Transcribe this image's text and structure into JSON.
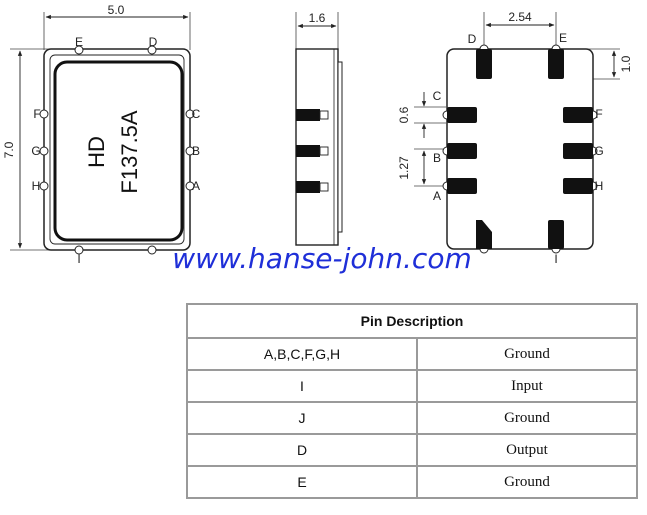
{
  "top_view": {
    "width_dim": "5.0",
    "height_dim": "7.0",
    "marking_line1": "HD",
    "marking_line2": "F137.5A",
    "pins": {
      "top_left": "E",
      "top_right": "D",
      "left_1": "F",
      "left_2": "G",
      "left_3": "H",
      "right_1": "C",
      "right_2": "B",
      "right_3": "A",
      "bottom": "I"
    }
  },
  "side_view": {
    "thickness_dim": "1.6"
  },
  "bottom_view": {
    "pitch_dim": "2.54",
    "pad_dim": "1.0",
    "pad_height_dim": "0.6",
    "pad_pitch_dim": "1.27",
    "pins": {
      "top_left": "D",
      "top_right": "E",
      "left_1": "C",
      "left_2": "B",
      "left_3": "A",
      "right_1": "F",
      "right_2": "G",
      "right_3": "H",
      "bottom": "I"
    }
  },
  "watermark": "www.hanse-john.com",
  "pin_table": {
    "header": "Pin Description",
    "rows": [
      {
        "pins": "A,B,C,F,G,H",
        "function": "Ground"
      },
      {
        "pins": "I",
        "function": "Input"
      },
      {
        "pins": "J",
        "function": "Ground"
      },
      {
        "pins": "D",
        "function": "Output"
      },
      {
        "pins": "E",
        "function": "Ground"
      }
    ]
  }
}
